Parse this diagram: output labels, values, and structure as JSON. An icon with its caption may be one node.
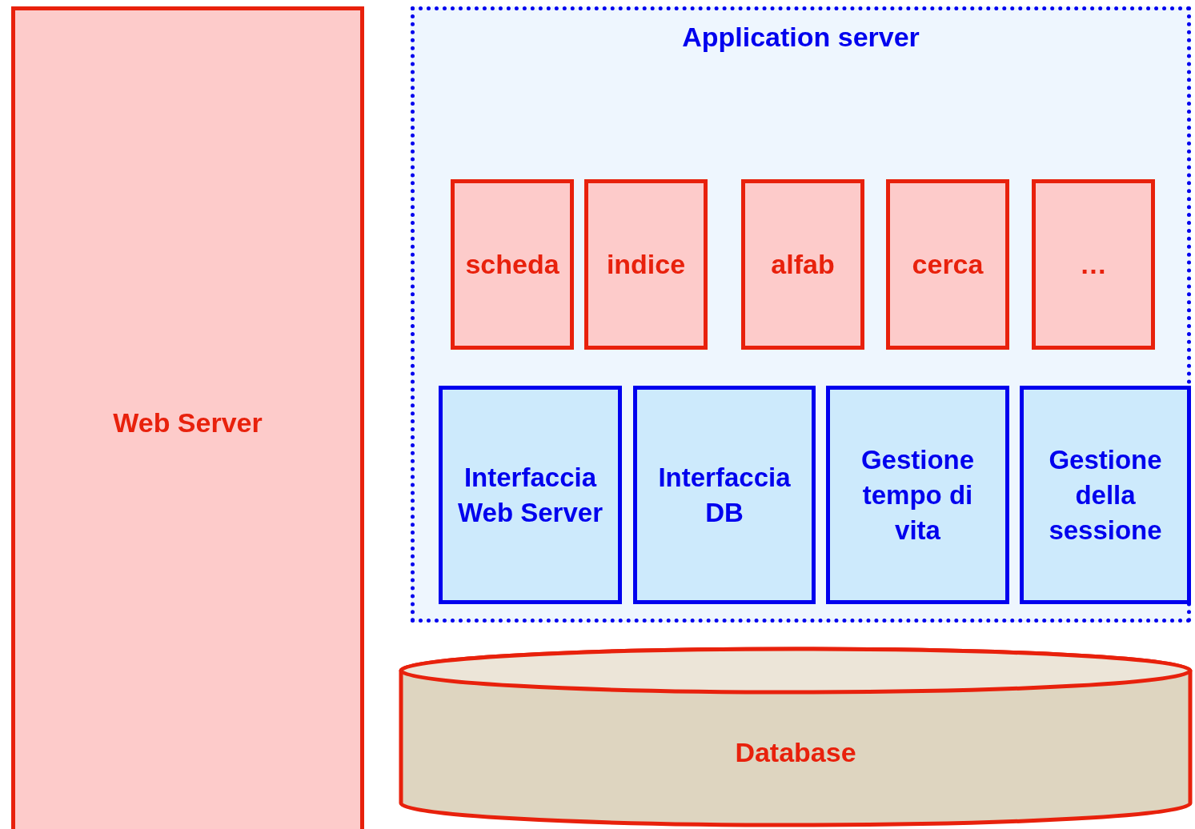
{
  "diagram": {
    "nodes": [
      {
        "text": [
          "Web Server"
        ]
      },
      {
        "text": [
          "Application server"
        ]
      },
      {
        "text": [
          "scheda"
        ],
        "in": 1
      },
      {
        "text": [
          "indice"
        ],
        "in": 1
      },
      {
        "text": [
          "alfab"
        ],
        "in": 1
      },
      {
        "text": [
          "cerca"
        ],
        "in": 1
      },
      {
        "text": [
          "…"
        ],
        "in": 1
      },
      {
        "text": [
          "Interfaccia Web Server"
        ],
        "in": 1
      },
      {
        "text": [
          "Interfaccia DB"
        ],
        "in": 1
      },
      {
        "text": [
          "Gestione tempo di vita"
        ],
        "in": 1
      },
      {
        "text": [
          "Gestione della sessione"
        ],
        "in": 1
      },
      {
        "text": [
          "Database"
        ]
      }
    ],
    "edges": []
  }
}
